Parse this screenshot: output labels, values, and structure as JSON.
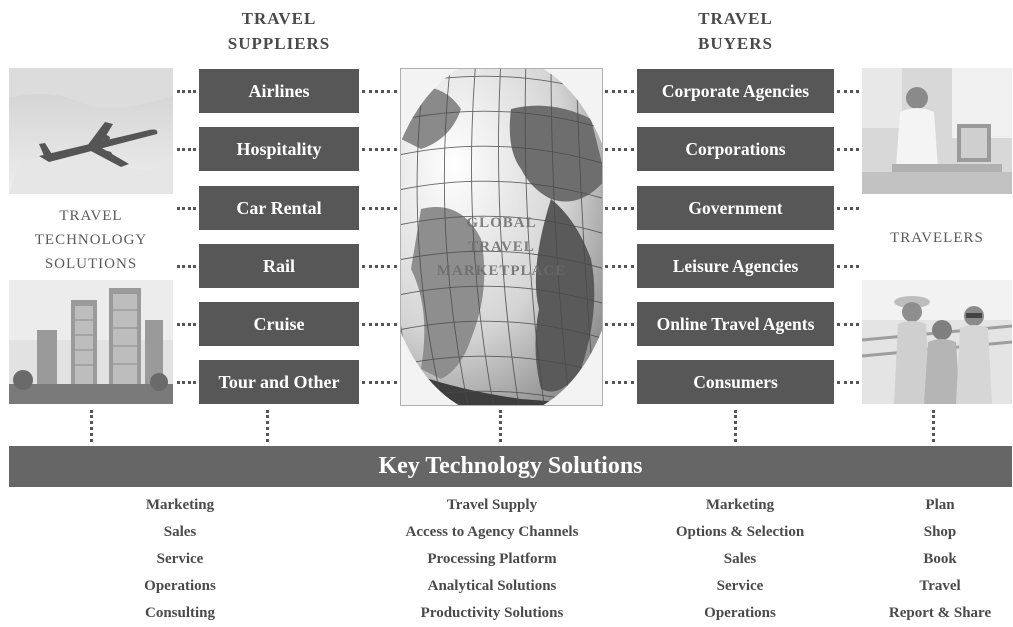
{
  "headers": {
    "suppliers": [
      "TRAVEL",
      "SUPPLIERS"
    ],
    "buyers": [
      "TRAVEL",
      "BUYERS"
    ]
  },
  "side_labels": {
    "left": [
      "TRAVEL",
      "TECHNOLOGY",
      "SOLUTIONS"
    ],
    "right": "TRAVELERS"
  },
  "suppliers": [
    "Airlines",
    "Hospitality",
    "Car Rental",
    "Rail",
    "Cruise",
    "Tour and Other"
  ],
  "buyers": [
    "Corporate Agencies",
    "Corporations",
    "Government",
    "Leisure Agencies",
    "Online Travel Agents",
    "Consumers"
  ],
  "globe_label": [
    "GLOBAL",
    "TRAVEL",
    "MARKETPLACE"
  ],
  "key_bar": "Key Technology Solutions",
  "columns": [
    [
      "Marketing",
      "Sales",
      "Service",
      "Operations",
      "Consulting"
    ],
    [
      "Travel Supply",
      "Access to Agency Channels",
      "Processing Platform",
      "Analytical Solutions",
      "Productivity Solutions"
    ],
    [
      "Marketing",
      "Options & Selection",
      "Sales",
      "Service",
      "Operations"
    ],
    [
      "Plan",
      "Shop",
      "Book",
      "Travel",
      "Report & Share"
    ]
  ],
  "colors": {
    "box": "#575757",
    "bar": "#666666",
    "text": "#4a4a4a"
  }
}
